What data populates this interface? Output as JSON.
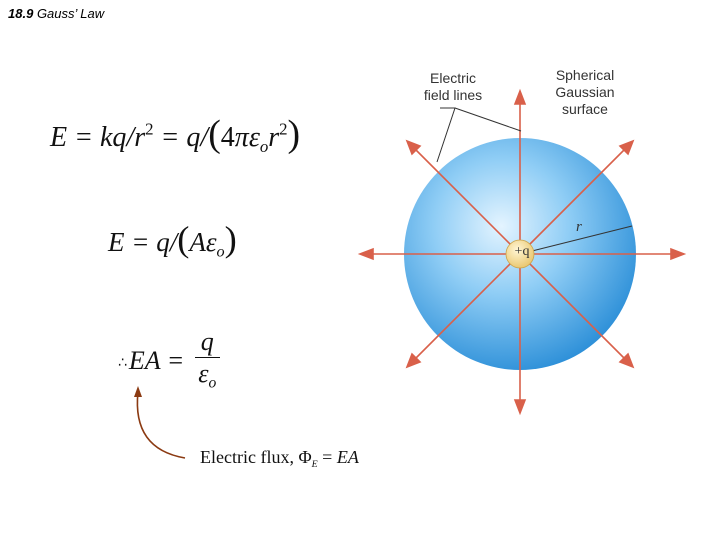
{
  "slide": {
    "title_number": "18.9",
    "title_text": "Gauss’ Law"
  },
  "equations": {
    "eq1_lhs": "E",
    "eq1_mid": " = kq",
    "eq1_r": "/r",
    "eq1_exp": "2",
    "eq1_rhs": " = q/",
    "eq1_paren_open": "(",
    "eq1_4": "4",
    "eq1_pi_eps": "πε",
    "eq1_sub_o": "o",
    "eq1_r2": "r",
    "eq1_exp2": "2",
    "eq1_paren_close": ")",
    "eq2_text": "E = q/",
    "eq2_paren_open": "(",
    "eq2_A_eps": "Aε",
    "eq2_sub_o": "o",
    "eq2_paren_close": ")",
    "eq3_glyph": "∴",
    "eq3_lhs": "EA = ",
    "eq3_num": "q",
    "eq3_den": "ε",
    "eq3_den_sub": "o"
  },
  "flux_label": {
    "prefix": "Electric flux, Φ",
    "sub": "E",
    "suffix": " = ",
    "rhs": "EA"
  },
  "diagram": {
    "label_field_lines_1": "Electric",
    "label_field_lines_2": "field lines",
    "label_sphere_1": "Spherical",
    "label_sphere_2": "Gaussian",
    "label_sphere_3": "surface",
    "label_radius": "r",
    "label_charge": "+q",
    "colors": {
      "sphere_light": "#dff1fd",
      "sphere_mid": "#5cb8f0",
      "sphere_dark": "#2c8fd8",
      "field_line": "#d9604a",
      "charge_fill": "#f3d98a",
      "arrow_brown": "#8b3a12"
    }
  }
}
